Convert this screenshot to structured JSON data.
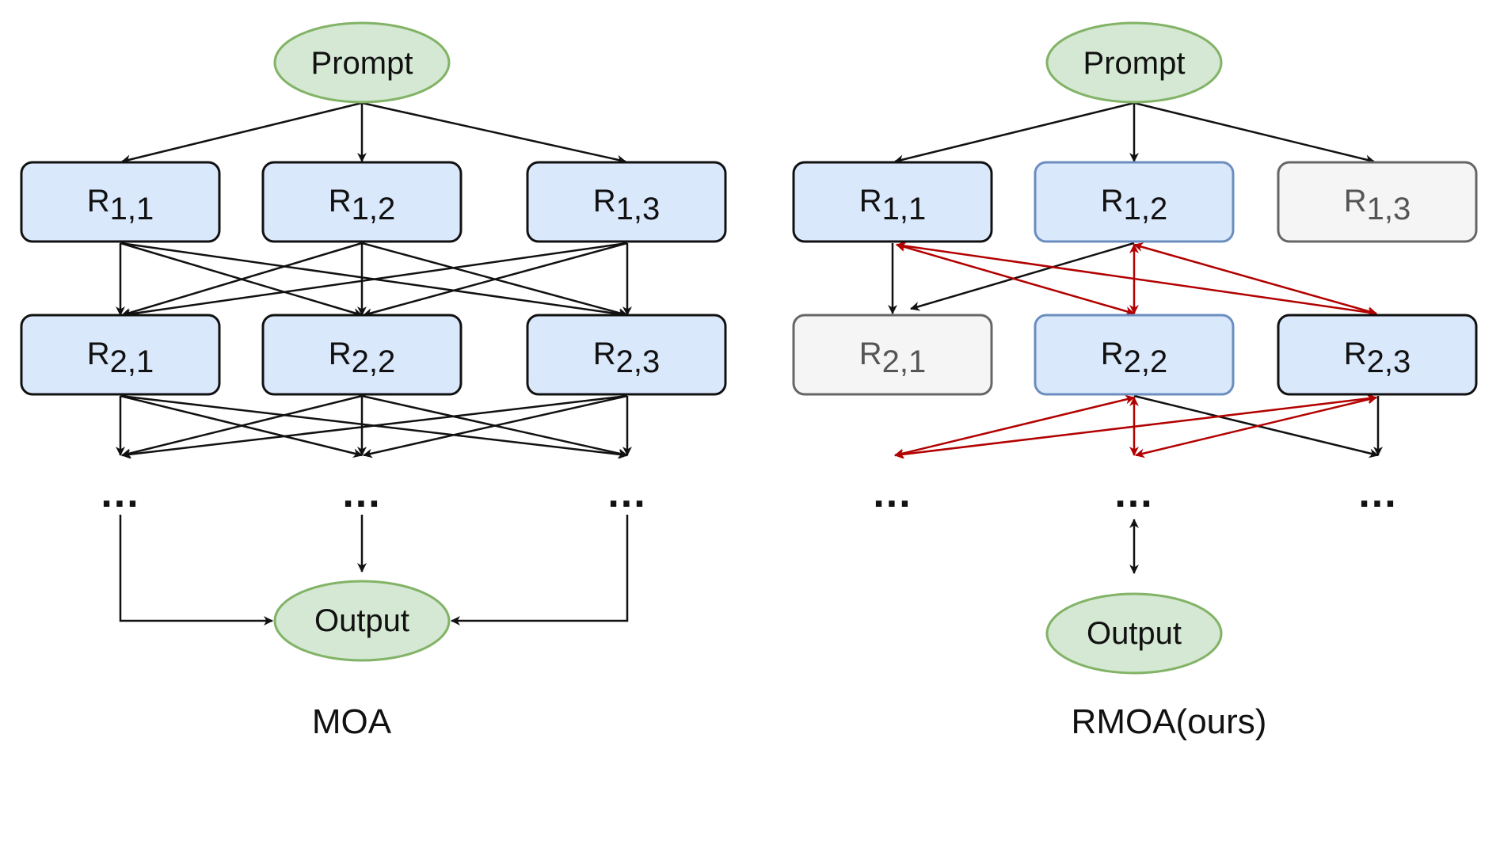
{
  "diagrams": [
    {
      "caption": "MOA",
      "prompt_label": "Prompt",
      "output_label": "Output",
      "layer1": [
        {
          "base": "R",
          "sub": "1,1",
          "state": "active"
        },
        {
          "base": "R",
          "sub": "1,2",
          "state": "active"
        },
        {
          "base": "R",
          "sub": "1,3",
          "state": "active"
        }
      ],
      "layer2": [
        {
          "base": "R",
          "sub": "2,1",
          "state": "active"
        },
        {
          "base": "R",
          "sub": "2,2",
          "state": "active"
        },
        {
          "base": "R",
          "sub": "2,3",
          "state": "active"
        }
      ],
      "ellipsis": [
        "...",
        "...",
        "..."
      ]
    },
    {
      "caption": "RMOA(ours)",
      "prompt_label": "Prompt",
      "output_label": "Output",
      "layer1": [
        {
          "base": "R",
          "sub": "1,1",
          "state": "selected"
        },
        {
          "base": "R",
          "sub": "1,2",
          "state": "active"
        },
        {
          "base": "R",
          "sub": "1,3",
          "state": "inactive"
        }
      ],
      "layer2": [
        {
          "base": "R",
          "sub": "2,1",
          "state": "inactive"
        },
        {
          "base": "R",
          "sub": "2,2",
          "state": "active"
        },
        {
          "base": "R",
          "sub": "2,3",
          "state": "selected"
        }
      ],
      "ellipsis": [
        "...",
        "...",
        "..."
      ]
    }
  ],
  "colors": {
    "ellipse_fill": "#d5e8d4",
    "ellipse_stroke": "#82b366",
    "box_fill": "#dae8fc",
    "box_stroke_dark": "#111111",
    "box_stroke_blue": "#6c8ebf",
    "box_inactive_fill": "#f5f5f5",
    "box_inactive_stroke": "#666666",
    "arrow_black": "#111111",
    "arrow_red": "#b20000"
  }
}
